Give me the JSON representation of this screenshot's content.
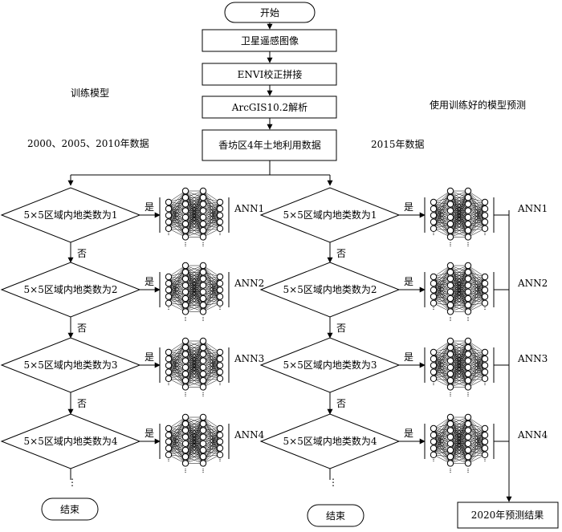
{
  "flow": {
    "start": "开始",
    "step_image": "卫星遥感图像",
    "step_envi": "ENVI校正拼接",
    "step_arcgis": "ArcGIS10.2解析",
    "step_data": "香坊区4年土地利用数据",
    "end": "结束",
    "result": "2020年预测结果"
  },
  "left_branch": {
    "title": "训练模型",
    "years": "2000、2005、2010年数据",
    "decisions": [
      "5×5区域内地类数为1",
      "5×5区域内地类数为2",
      "5×5区域内地类数为3",
      "5×5区域内地类数为4"
    ],
    "networks": [
      "ANN1",
      "ANN2",
      "ANN3",
      "ANN4"
    ]
  },
  "right_branch": {
    "title": "使用训练好的模型预测",
    "years": "2015年数据",
    "decisions": [
      "5×5区域内地类数为1",
      "5×5区域内地类数为2",
      "5×5区域内地类数为3",
      "5×5区域内地类数为4"
    ],
    "networks": [
      "ANN1",
      "ANN2",
      "ANN3",
      "ANN4"
    ]
  },
  "labels": {
    "yes": "是",
    "no": "否",
    "ellipsis": "⋮"
  }
}
